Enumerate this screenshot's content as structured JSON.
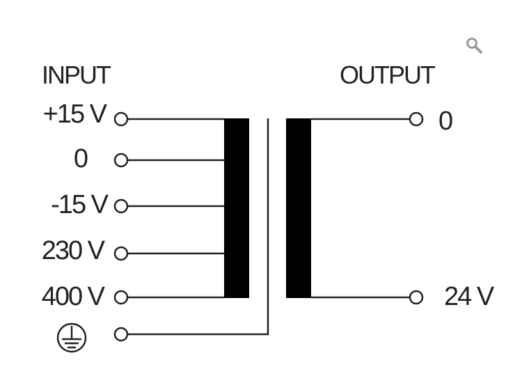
{
  "diagram": {
    "input_header": "INPUT",
    "output_header": "OUTPUT",
    "inputs": [
      "+15 V",
      "0",
      "-15 V",
      "230 V",
      "400 V"
    ],
    "outputs": [
      "0",
      "24 V"
    ]
  },
  "icons": {
    "zoom": "magnifier-icon",
    "ground": "protective-earth-icon"
  },
  "colors": {
    "line": "#222222",
    "core": "#000000",
    "background": "#ffffff",
    "zoom_icon": "#9a9a9a"
  }
}
